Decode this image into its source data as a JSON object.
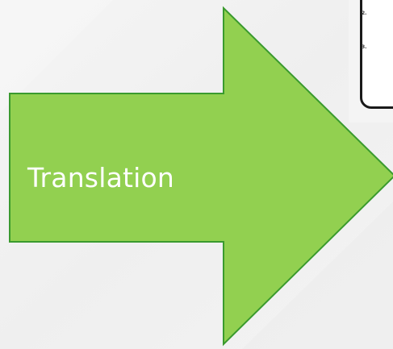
{
  "slide": {
    "arrow_label": "Translation",
    "arrow_fill": "#92d050",
    "arrow_stroke": "#3a9a2e",
    "background": "#f2f2f2"
  },
  "document_thumbnail": {
    "items": [
      "2.",
      "3."
    ]
  }
}
